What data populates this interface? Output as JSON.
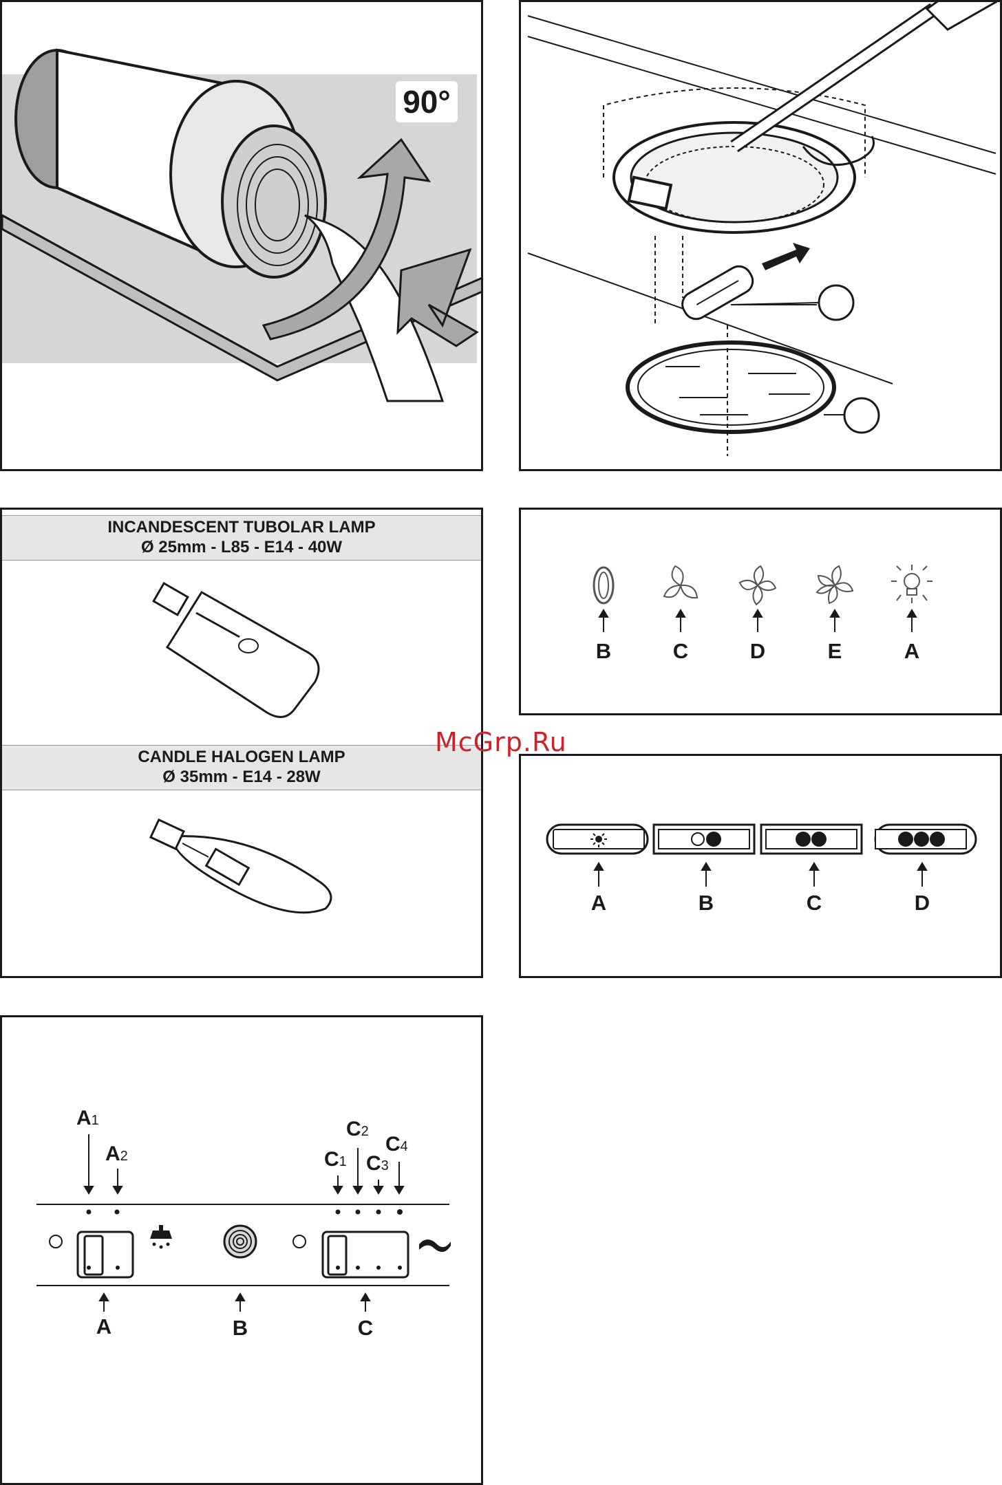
{
  "panels": {
    "rotate": {
      "angle_badge": "90°"
    },
    "lamp_replacement": {
      "callouts": [
        "",
        ""
      ]
    },
    "lamps": {
      "tubular_title": "INCANDESCENT TUBOLAR LAMP",
      "tubular_spec": "Ø 25mm - L85 - E14 - 40W",
      "halogen_title": "CANDLE HALOGEN LAMP",
      "halogen_spec": "Ø 35mm - E14 - 28W"
    },
    "rotary_controls": {
      "labels": [
        "B",
        "C",
        "D",
        "E",
        "A"
      ],
      "icons": [
        "off-icon",
        "fan-speed-1-icon",
        "fan-speed-2-icon",
        "fan-speed-3-icon",
        "light-icon"
      ]
    },
    "push_buttons": {
      "labels": [
        "A",
        "B",
        "C",
        "D"
      ],
      "icons": [
        "light-icon",
        "speed-1-icon",
        "speed-2-icon",
        "speed-3-icon"
      ]
    },
    "slider_panel": {
      "top_labels": {
        "a1": "A",
        "a1_sub": "1",
        "a2": "A",
        "a2_sub": "2",
        "c1": "C",
        "c1_sub": "1",
        "c2": "C",
        "c2_sub": "2",
        "c3": "C",
        "c3_sub": "3",
        "c4": "C",
        "c4_sub": "4"
      },
      "bottom_labels": [
        "A",
        "B",
        "C"
      ]
    }
  },
  "watermark": "McGrp.Ru",
  "colors": {
    "ink": "#1a1a1a",
    "header_bg": "#e6e6e6",
    "watermark": "#d0202a"
  }
}
